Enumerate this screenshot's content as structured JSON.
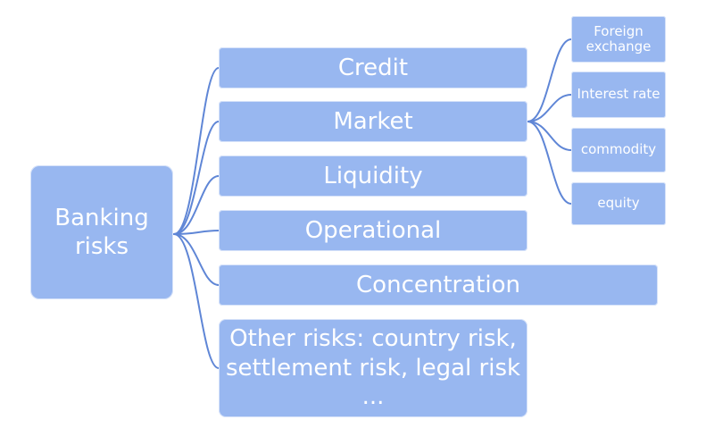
{
  "diagram": {
    "root": {
      "label": "Banking risks"
    },
    "categories": [
      {
        "label": "Credit"
      },
      {
        "label": "Market"
      },
      {
        "label": "Liquidity"
      },
      {
        "label": "Operational"
      },
      {
        "label": "Concentration"
      },
      {
        "label": "Other risks: country risk, settlement risk, legal risk ..."
      }
    ],
    "market_subtypes": [
      {
        "label": "Foreign exchange"
      },
      {
        "label": "Interest rate"
      },
      {
        "label": "commodity"
      },
      {
        "label": "equity"
      }
    ],
    "colors": {
      "box_fill": "#98b7f0",
      "connector": "#5f86d6",
      "text": "#ffffff"
    }
  }
}
